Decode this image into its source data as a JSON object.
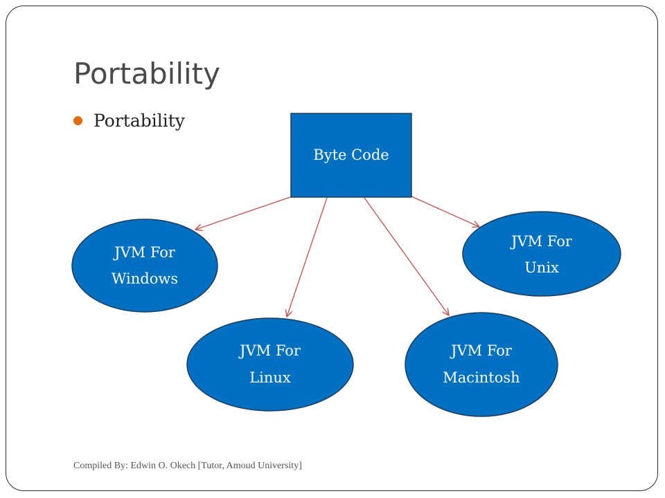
{
  "slide": {
    "title": "Portability",
    "bullets": [
      "Portability"
    ],
    "footer": "Compiled By: Edwin O. Okech [Tutor, Amoud University]"
  },
  "diagram": {
    "root": {
      "label": "Byte Code"
    },
    "nodes": [
      {
        "id": "windows",
        "line1": "JVM For",
        "line2": "Windows"
      },
      {
        "id": "linux",
        "line1": "JVM For",
        "line2": "Linux"
      },
      {
        "id": "macintosh",
        "line1": "JVM For",
        "line2": "Macintosh"
      },
      {
        "id": "unix",
        "line1": "JVM For",
        "line2": "Unix"
      }
    ],
    "colors": {
      "node_fill": "#0070c0",
      "node_stroke": "#1f3a5f",
      "arrow": "#c0504d",
      "bullet": "#e36c0a"
    }
  }
}
